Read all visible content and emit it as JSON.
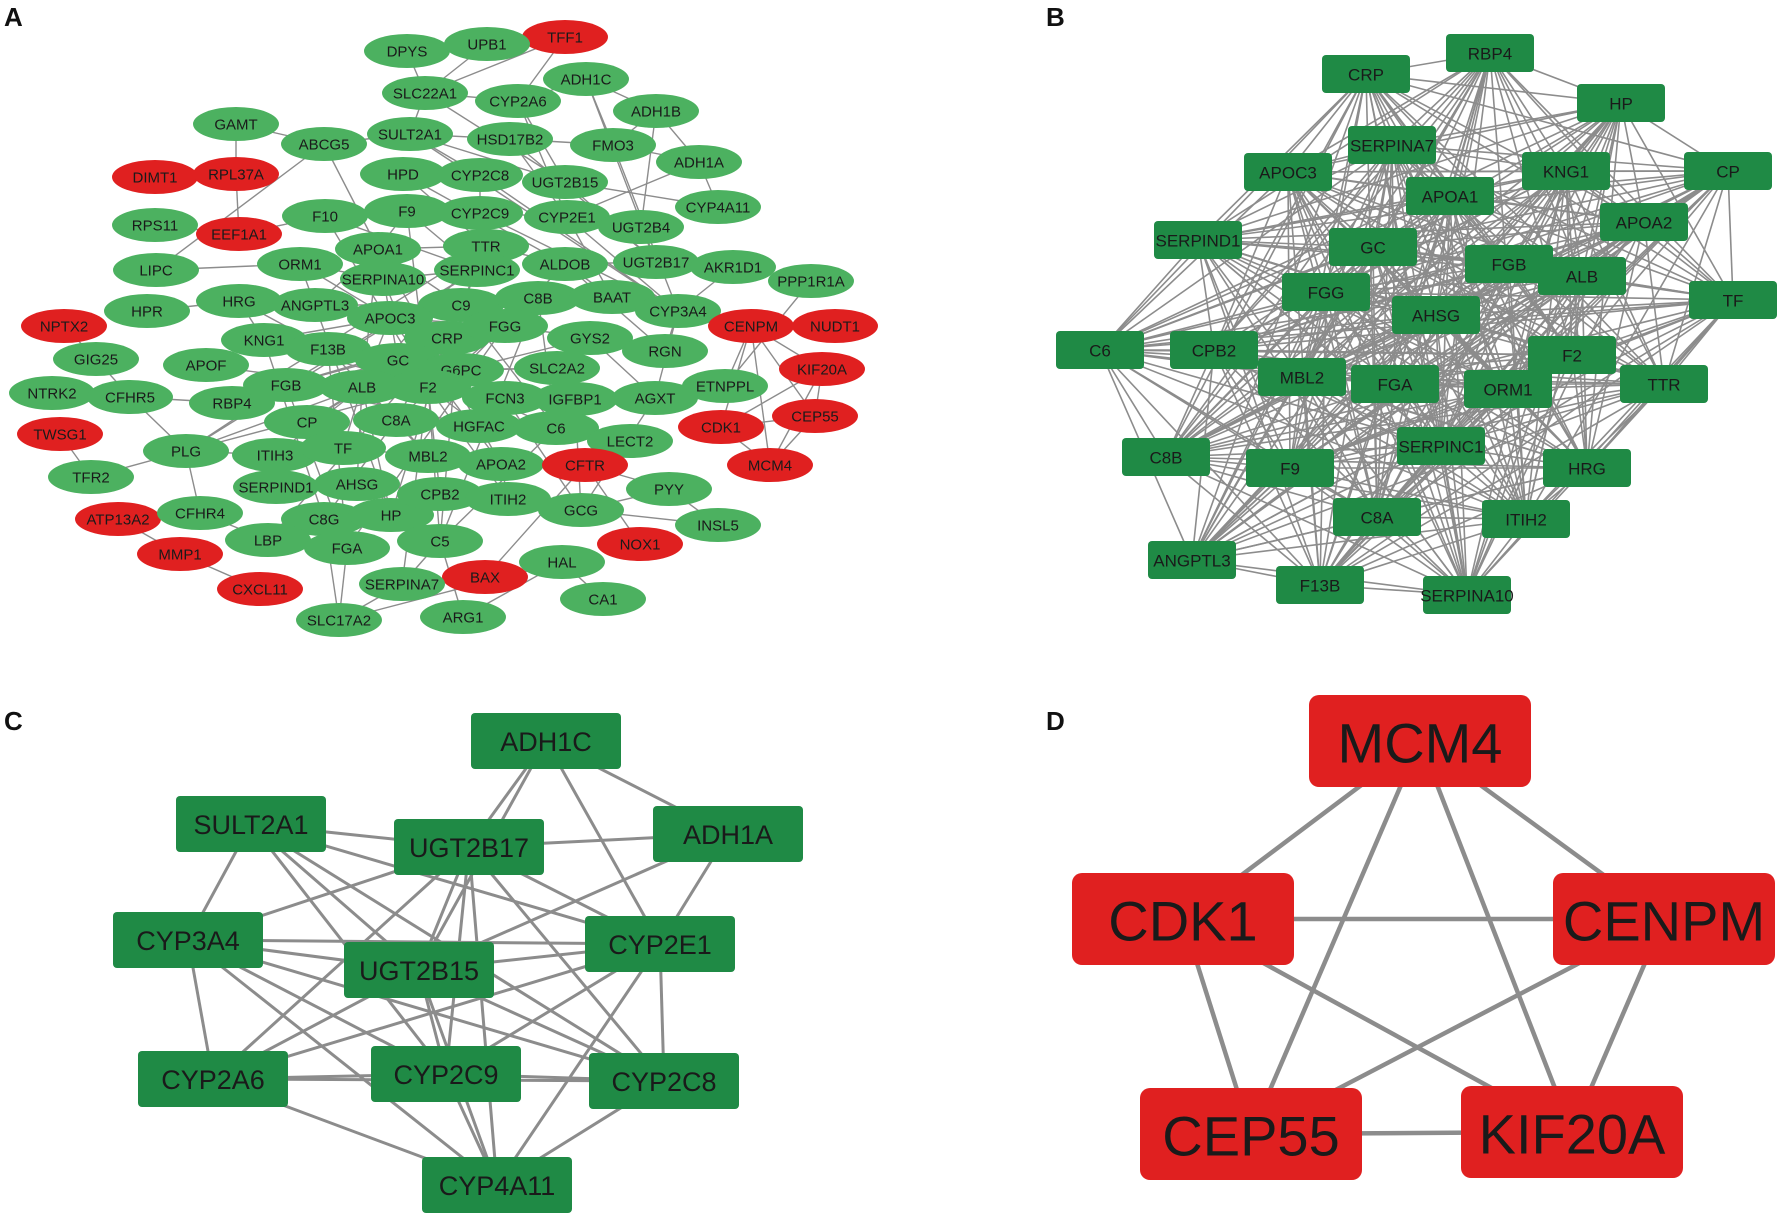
{
  "colors": {
    "green_light": "#4cb160",
    "green_dark": "#1f8a45",
    "red": "#e02020",
    "edge": "#8c8c8c"
  },
  "panels": [
    {
      "id": "A",
      "letter": "A",
      "node_shape": "ellipse",
      "nodes": [
        {
          "id": "TFF1",
          "label": "TFF1",
          "status": "down"
        },
        {
          "id": "DPYS",
          "label": "DPYS",
          "status": "up"
        },
        {
          "id": "UPB1",
          "label": "UPB1",
          "status": "up"
        },
        {
          "id": "SLC22A1",
          "label": "SLC22A1",
          "status": "up"
        },
        {
          "id": "ADH1C",
          "label": "ADH1C",
          "status": "up"
        },
        {
          "id": "CYP2A6",
          "label": "CYP2A6",
          "status": "up"
        },
        {
          "id": "ADH1B",
          "label": "ADH1B",
          "status": "up"
        },
        {
          "id": "GAMT",
          "label": "GAMT",
          "status": "up"
        },
        {
          "id": "ABCG5",
          "label": "ABCG5",
          "status": "up"
        },
        {
          "id": "SULT2A1",
          "label": "SULT2A1",
          "status": "up"
        },
        {
          "id": "HSD17B2",
          "label": "HSD17B2",
          "status": "up"
        },
        {
          "id": "FMO3",
          "label": "FMO3",
          "status": "up"
        },
        {
          "id": "ADH1A",
          "label": "ADH1A",
          "status": "up"
        },
        {
          "id": "DIMT1",
          "label": "DIMT1",
          "status": "down"
        },
        {
          "id": "RPL37A",
          "label": "RPL37A",
          "status": "down"
        },
        {
          "id": "HPD",
          "label": "HPD",
          "status": "up"
        },
        {
          "id": "CYP2C8",
          "label": "CYP2C8",
          "status": "up"
        },
        {
          "id": "UGT2B15",
          "label": "UGT2B15",
          "status": "up"
        },
        {
          "id": "CYP4A11",
          "label": "CYP4A11",
          "status": "up"
        },
        {
          "id": "RPS11",
          "label": "RPS11",
          "status": "up"
        },
        {
          "id": "EEF1A1",
          "label": "EEF1A1",
          "status": "down"
        },
        {
          "id": "F10",
          "label": "F10",
          "status": "up"
        },
        {
          "id": "F9",
          "label": "F9",
          "status": "up"
        },
        {
          "id": "CYP2C9",
          "label": "CYP2C9",
          "status": "up"
        },
        {
          "id": "CYP2E1",
          "label": "CYP2E1",
          "status": "up"
        },
        {
          "id": "UGT2B4",
          "label": "UGT2B4",
          "status": "up"
        },
        {
          "id": "APOA1",
          "label": "APOA1",
          "status": "up"
        },
        {
          "id": "TTR",
          "label": "TTR",
          "status": "up"
        },
        {
          "id": "ALDOB",
          "label": "ALDOB",
          "status": "up"
        },
        {
          "id": "UGT2B17",
          "label": "UGT2B17",
          "status": "up"
        },
        {
          "id": "AKR1D1",
          "label": "AKR1D1",
          "status": "up"
        },
        {
          "id": "LIPC",
          "label": "LIPC",
          "status": "up"
        },
        {
          "id": "ORM1",
          "label": "ORM1",
          "status": "up"
        },
        {
          "id": "SERPINA10",
          "label": "SERPINA10",
          "status": "up"
        },
        {
          "id": "SERPINC1",
          "label": "SERPINC1",
          "status": "up"
        },
        {
          "id": "PPP1R1A",
          "label": "PPP1R1A",
          "status": "up"
        },
        {
          "id": "HPR",
          "label": "HPR",
          "status": "up"
        },
        {
          "id": "HRG",
          "label": "HRG",
          "status": "up"
        },
        {
          "id": "ANGPTL3",
          "label": "ANGPTL3",
          "status": "up"
        },
        {
          "id": "C9",
          "label": "C9",
          "status": "up"
        },
        {
          "id": "C8B",
          "label": "C8B",
          "status": "up"
        },
        {
          "id": "BAAT",
          "label": "BAAT",
          "status": "up"
        },
        {
          "id": "CYP3A4",
          "label": "CYP3A4",
          "status": "up"
        },
        {
          "id": "NPTX2",
          "label": "NPTX2",
          "status": "down"
        },
        {
          "id": "APOC3",
          "label": "APOC3",
          "status": "up"
        },
        {
          "id": "CENPM",
          "label": "CENPM",
          "status": "down"
        },
        {
          "id": "NUDT1",
          "label": "NUDT1",
          "status": "down"
        },
        {
          "id": "KNG1",
          "label": "KNG1",
          "status": "up"
        },
        {
          "id": "CRP",
          "label": "CRP",
          "status": "up"
        },
        {
          "id": "FGG",
          "label": "FGG",
          "status": "up"
        },
        {
          "id": "GYS2",
          "label": "GYS2",
          "status": "up"
        },
        {
          "id": "RGN",
          "label": "RGN",
          "status": "up"
        },
        {
          "id": "GIG25",
          "label": "GIG25",
          "status": "up"
        },
        {
          "id": "APOF",
          "label": "APOF",
          "status": "up"
        },
        {
          "id": "F13B",
          "label": "F13B",
          "status": "up"
        },
        {
          "id": "GC",
          "label": "GC",
          "status": "up"
        },
        {
          "id": "G6PC",
          "label": "G6PC",
          "status": "up"
        },
        {
          "id": "SLC2A2",
          "label": "SLC2A2",
          "status": "up"
        },
        {
          "id": "ETNPPL",
          "label": "ETNPPL",
          "status": "up"
        },
        {
          "id": "KIF20A",
          "label": "KIF20A",
          "status": "down"
        },
        {
          "id": "NTRK2",
          "label": "NTRK2",
          "status": "up"
        },
        {
          "id": "CFHR5",
          "label": "CFHR5",
          "status": "up"
        },
        {
          "id": "RBP4",
          "label": "RBP4",
          "status": "up"
        },
        {
          "id": "FGB",
          "label": "FGB",
          "status": "up"
        },
        {
          "id": "ALB",
          "label": "ALB",
          "status": "up"
        },
        {
          "id": "F2",
          "label": "F2",
          "status": "up"
        },
        {
          "id": "FCN3",
          "label": "FCN3",
          "status": "up"
        },
        {
          "id": "IGFBP1",
          "label": "IGFBP1",
          "status": "up"
        },
        {
          "id": "AGXT",
          "label": "AGXT",
          "status": "up"
        },
        {
          "id": "CEP55",
          "label": "CEP55",
          "status": "down"
        },
        {
          "id": "TWSG1",
          "label": "TWSG1",
          "status": "down"
        },
        {
          "id": "CP",
          "label": "CP",
          "status": "up"
        },
        {
          "id": "C8A",
          "label": "C8A",
          "status": "up"
        },
        {
          "id": "HGFAC",
          "label": "HGFAC",
          "status": "up"
        },
        {
          "id": "C6",
          "label": "C6",
          "status": "up"
        },
        {
          "id": "CDK1",
          "label": "CDK1",
          "status": "down"
        },
        {
          "id": "PLG",
          "label": "PLG",
          "status": "up"
        },
        {
          "id": "ITIH3",
          "label": "ITIH3",
          "status": "up"
        },
        {
          "id": "TF",
          "label": "TF",
          "status": "up"
        },
        {
          "id": "MBL2",
          "label": "MBL2",
          "status": "up"
        },
        {
          "id": "LECT2",
          "label": "LECT2",
          "status": "up"
        },
        {
          "id": "TFR2",
          "label": "TFR2",
          "status": "up"
        },
        {
          "id": "APOA2",
          "label": "APOA2",
          "status": "up"
        },
        {
          "id": "CFTR",
          "label": "CFTR",
          "status": "down"
        },
        {
          "id": "MCM4",
          "label": "MCM4",
          "status": "down"
        },
        {
          "id": "SERPIND1",
          "label": "SERPIND1",
          "status": "up"
        },
        {
          "id": "AHSG",
          "label": "AHSG",
          "status": "up"
        },
        {
          "id": "PYY",
          "label": "PYY",
          "status": "up"
        },
        {
          "id": "ATP13A2",
          "label": "ATP13A2",
          "status": "down"
        },
        {
          "id": "CFHR4",
          "label": "CFHR4",
          "status": "up"
        },
        {
          "id": "C8G",
          "label": "C8G",
          "status": "up"
        },
        {
          "id": "HP",
          "label": "HP",
          "status": "up"
        },
        {
          "id": "CPB2",
          "label": "CPB2",
          "status": "up"
        },
        {
          "id": "ITIH2",
          "label": "ITIH2",
          "status": "up"
        },
        {
          "id": "GCG",
          "label": "GCG",
          "status": "up"
        },
        {
          "id": "INSL5",
          "label": "INSL5",
          "status": "up"
        },
        {
          "id": "MMP1",
          "label": "MMP1",
          "status": "down"
        },
        {
          "id": "LBP",
          "label": "LBP",
          "status": "up"
        },
        {
          "id": "FGA",
          "label": "FGA",
          "status": "up"
        },
        {
          "id": "C5",
          "label": "C5",
          "status": "up"
        },
        {
          "id": "NOX1",
          "label": "NOX1",
          "status": "down"
        },
        {
          "id": "CXCL11",
          "label": "CXCL11",
          "status": "down"
        },
        {
          "id": "BAX",
          "label": "BAX",
          "status": "down"
        },
        {
          "id": "HAL",
          "label": "HAL",
          "status": "up"
        },
        {
          "id": "SERPINA7",
          "label": "SERPINA7",
          "status": "up"
        },
        {
          "id": "CA1",
          "label": "CA1",
          "status": "up"
        },
        {
          "id": "ARG1",
          "label": "ARG1",
          "status": "up"
        },
        {
          "id": "SLC17A2",
          "label": "SLC17A2",
          "status": "up"
        }
      ]
    },
    {
      "id": "B",
      "letter": "B",
      "node_shape": "rect",
      "nodes": [
        {
          "id": "CRP",
          "label": "CRP",
          "status": "up"
        },
        {
          "id": "RBP4",
          "label": "RBP4",
          "status": "up"
        },
        {
          "id": "HP",
          "label": "HP",
          "status": "up"
        },
        {
          "id": "SERPINA7",
          "label": "SERPINA7",
          "status": "up"
        },
        {
          "id": "APOC3",
          "label": "APOC3",
          "status": "up"
        },
        {
          "id": "KNG1",
          "label": "KNG1",
          "status": "up"
        },
        {
          "id": "CP",
          "label": "CP",
          "status": "up"
        },
        {
          "id": "APOA1",
          "label": "APOA1",
          "status": "up"
        },
        {
          "id": "APOA2",
          "label": "APOA2",
          "status": "up"
        },
        {
          "id": "SERPIND1",
          "label": "SERPIND1",
          "status": "up"
        },
        {
          "id": "GC",
          "label": "GC",
          "status": "up"
        },
        {
          "id": "FGB",
          "label": "FGB",
          "status": "up"
        },
        {
          "id": "ALB",
          "label": "ALB",
          "status": "up"
        },
        {
          "id": "FGG",
          "label": "FGG",
          "status": "up"
        },
        {
          "id": "TF",
          "label": "TF",
          "status": "up"
        },
        {
          "id": "AHSG",
          "label": "AHSG",
          "status": "up"
        },
        {
          "id": "C6",
          "label": "C6",
          "status": "up"
        },
        {
          "id": "CPB2",
          "label": "CPB2",
          "status": "up"
        },
        {
          "id": "F2",
          "label": "F2",
          "status": "up"
        },
        {
          "id": "MBL2",
          "label": "MBL2",
          "status": "up"
        },
        {
          "id": "FGA",
          "label": "FGA",
          "status": "up"
        },
        {
          "id": "ORM1",
          "label": "ORM1",
          "status": "up"
        },
        {
          "id": "TTR",
          "label": "TTR",
          "status": "up"
        },
        {
          "id": "SERPINC1",
          "label": "SERPINC1",
          "status": "up"
        },
        {
          "id": "C8B",
          "label": "C8B",
          "status": "up"
        },
        {
          "id": "F9",
          "label": "F9",
          "status": "up"
        },
        {
          "id": "HRG",
          "label": "HRG",
          "status": "up"
        },
        {
          "id": "C8A",
          "label": "C8A",
          "status": "up"
        },
        {
          "id": "ITIH2",
          "label": "ITIH2",
          "status": "up"
        },
        {
          "id": "ANGPTL3",
          "label": "ANGPTL3",
          "status": "up"
        },
        {
          "id": "F13B",
          "label": "F13B",
          "status": "up"
        },
        {
          "id": "SERPINA10",
          "label": "SERPINA10",
          "status": "up"
        }
      ]
    },
    {
      "id": "C",
      "letter": "C",
      "node_shape": "rect",
      "nodes": [
        {
          "id": "ADH1C",
          "label": "ADH1C",
          "status": "up"
        },
        {
          "id": "SULT2A1",
          "label": "SULT2A1",
          "status": "up"
        },
        {
          "id": "UGT2B17",
          "label": "UGT2B17",
          "status": "up"
        },
        {
          "id": "ADH1A",
          "label": "ADH1A",
          "status": "up"
        },
        {
          "id": "CYP3A4",
          "label": "CYP3A4",
          "status": "up"
        },
        {
          "id": "UGT2B15",
          "label": "UGT2B15",
          "status": "up"
        },
        {
          "id": "CYP2E1",
          "label": "CYP2E1",
          "status": "up"
        },
        {
          "id": "CYP2A6",
          "label": "CYP2A6",
          "status": "up"
        },
        {
          "id": "CYP2C9",
          "label": "CYP2C9",
          "status": "up"
        },
        {
          "id": "CYP2C8",
          "label": "CYP2C8",
          "status": "up"
        },
        {
          "id": "CYP4A11",
          "label": "CYP4A11",
          "status": "up"
        }
      ],
      "edges": [
        [
          "ADH1C",
          "UGT2B17"
        ],
        [
          "ADH1C",
          "ADH1A"
        ],
        [
          "ADH1C",
          "CYP2E1"
        ],
        [
          "ADH1C",
          "UGT2B15"
        ],
        [
          "SULT2A1",
          "UGT2B17"
        ],
        [
          "SULT2A1",
          "CYP3A4"
        ],
        [
          "SULT2A1",
          "UGT2B15"
        ],
        [
          "SULT2A1",
          "CYP2E1"
        ],
        [
          "SULT2A1",
          "CYP2C9"
        ],
        [
          "SULT2A1",
          "CYP2C8"
        ],
        [
          "UGT2B17",
          "ADH1A"
        ],
        [
          "UGT2B17",
          "CYP3A4"
        ],
        [
          "UGT2B17",
          "UGT2B15"
        ],
        [
          "UGT2B17",
          "CYP2E1"
        ],
        [
          "UGT2B17",
          "CYP2A6"
        ],
        [
          "UGT2B17",
          "CYP2C9"
        ],
        [
          "UGT2B17",
          "CYP2C8"
        ],
        [
          "UGT2B17",
          "CYP4A11"
        ],
        [
          "ADH1A",
          "CYP2E1"
        ],
        [
          "ADH1A",
          "UGT2B15"
        ],
        [
          "CYP3A4",
          "UGT2B15"
        ],
        [
          "CYP3A4",
          "CYP2E1"
        ],
        [
          "CYP3A4",
          "CYP2A6"
        ],
        [
          "CYP3A4",
          "CYP2C9"
        ],
        [
          "CYP3A4",
          "CYP2C8"
        ],
        [
          "CYP3A4",
          "CYP4A11"
        ],
        [
          "UGT2B15",
          "CYP2E1"
        ],
        [
          "UGT2B15",
          "CYP2A6"
        ],
        [
          "UGT2B15",
          "CYP2C9"
        ],
        [
          "UGT2B15",
          "CYP2C8"
        ],
        [
          "UGT2B15",
          "CYP4A11"
        ],
        [
          "CYP2E1",
          "CYP2A6"
        ],
        [
          "CYP2E1",
          "CYP2C9"
        ],
        [
          "CYP2E1",
          "CYP2C8"
        ],
        [
          "CYP2E1",
          "CYP4A11"
        ],
        [
          "CYP2A6",
          "CYP2C9"
        ],
        [
          "CYP2A6",
          "CYP2C8"
        ],
        [
          "CYP2A6",
          "CYP4A11"
        ],
        [
          "CYP2C9",
          "CYP2C8"
        ],
        [
          "CYP2C9",
          "CYP4A11"
        ],
        [
          "CYP2C8",
          "CYP4A11"
        ]
      ]
    },
    {
      "id": "D",
      "letter": "D",
      "node_shape": "rect",
      "nodes": [
        {
          "id": "MCM4",
          "label": "MCM4",
          "status": "down"
        },
        {
          "id": "CDK1",
          "label": "CDK1",
          "status": "down"
        },
        {
          "id": "CENPM",
          "label": "CENPM",
          "status": "down"
        },
        {
          "id": "CEP55",
          "label": "CEP55",
          "status": "down"
        },
        {
          "id": "KIF20A",
          "label": "KIF20A",
          "status": "down"
        }
      ],
      "edges": [
        [
          "MCM4",
          "CDK1"
        ],
        [
          "MCM4",
          "CENPM"
        ],
        [
          "MCM4",
          "CEP55"
        ],
        [
          "MCM4",
          "KIF20A"
        ],
        [
          "CDK1",
          "CENPM"
        ],
        [
          "CDK1",
          "CEP55"
        ],
        [
          "CDK1",
          "KIF20A"
        ],
        [
          "CENPM",
          "CEP55"
        ],
        [
          "CENPM",
          "KIF20A"
        ],
        [
          "CEP55",
          "KIF20A"
        ]
      ]
    }
  ]
}
